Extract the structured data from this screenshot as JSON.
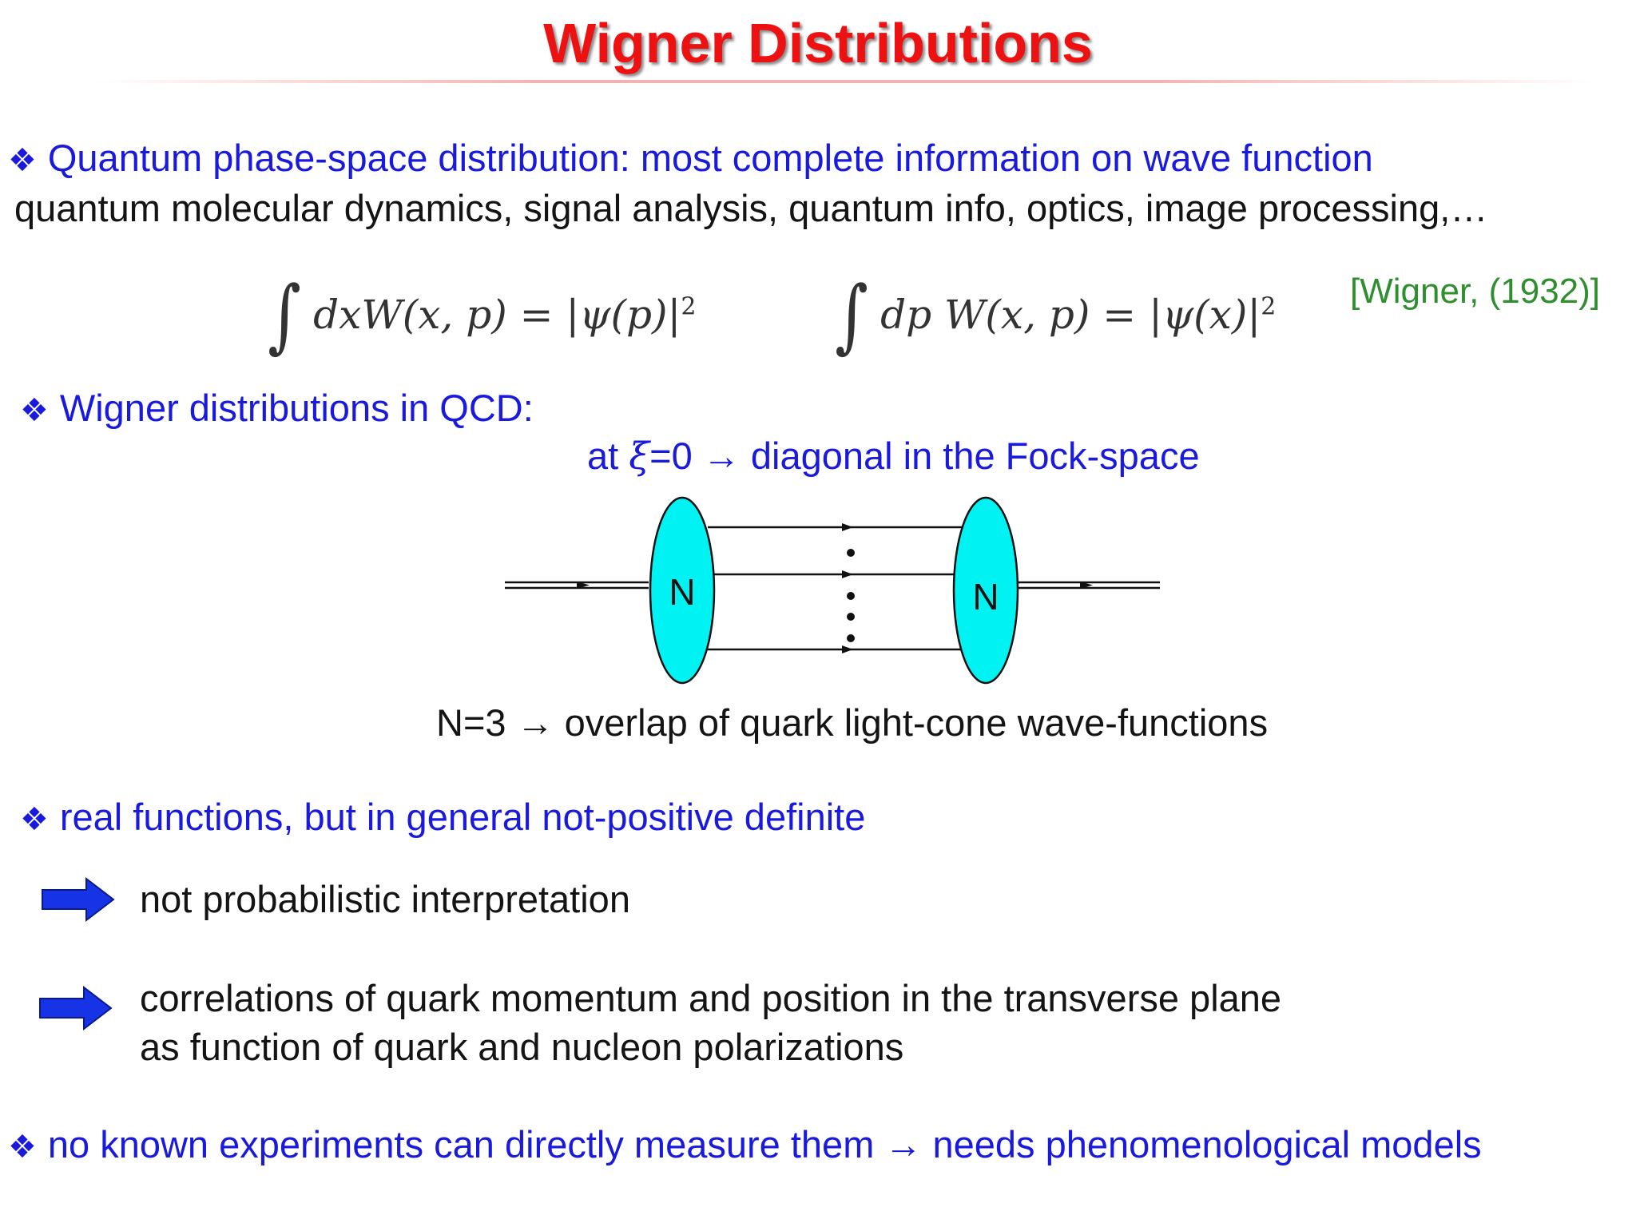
{
  "title": "Wigner Distributions",
  "bullet_glyph": "❖",
  "bullet1": {
    "text": "Quantum phase-space distribution: most complete information on wave function",
    "sub": "quantum molecular dynamics, signal analysis, quantum info, optics, image processing,…"
  },
  "formulas": {
    "f1_lhs": "dxW(x, p) = ",
    "f1_rhs": "|ψ(p)|",
    "f1_exp": "2",
    "f2_lhs": "dp W(x, p) = ",
    "f2_rhs": "|ψ(x)|",
    "f2_exp": "2",
    "citation": "[Wigner, (1932)]"
  },
  "bullet2": {
    "text": "Wigner distributions in QCD:",
    "sub_prefix": "at ",
    "sub_xi": "ξ",
    "sub_suffix": "=0  → diagonal in the Fock-space"
  },
  "diagram": {
    "left_label": "N",
    "right_label": "N",
    "caption": "N=3 → overlap of quark light-cone wave-functions"
  },
  "bullet3": {
    "text": "real functions, but in general not-positive definite",
    "arrow1_text": "not probabilistic interpretation",
    "arrow2_line1": "correlations of quark momentum and position in the transverse plane",
    "arrow2_line2": "as function of quark and nucleon polarizations"
  },
  "bullet4": {
    "text": "no known experiments can directly measure them → needs phenomenological models"
  },
  "colors": {
    "title": "#ee1111",
    "bullet_text": "#1a1adc",
    "citation": "#2f8f2f",
    "ellipse_fill": "#00f2f2",
    "arrow_fill": "#1733e6"
  }
}
